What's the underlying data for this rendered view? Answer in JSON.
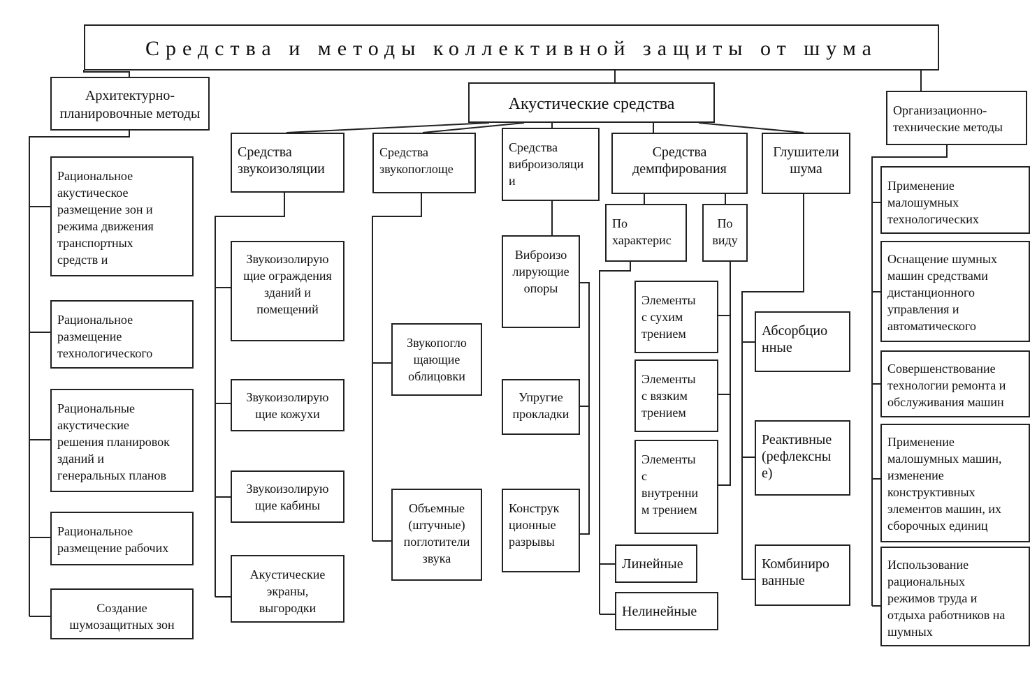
{
  "title": "Средства и методы коллективной защиты от шума",
  "architectural": {
    "header": "Архитектурно-\nпланировочные методы",
    "items": [
      "Рациональное\nакустическое\nразмещение зон и\nрежима движения\nтранспортных\nсредств и",
      "Рациональное\nразмещение\nтехнологического",
      "Рациональные\nакустические\nрешения планировок\nзданий и\nгенеральных планов",
      "Рациональное\nразмещение рабочих",
      "Создание\nшумозащитных зон"
    ]
  },
  "acoustic": {
    "header": "Акустические средства",
    "soundproofing": {
      "header": "Средства\nзвукоизоляции",
      "items": [
        "Звукоизолирую\nщие ограждения\nзданий и\nпомещений",
        "Звукоизолирую\nщие кожухи",
        "Звукоизолирую\nщие кабины",
        "Акустические\nэкраны,\nвыгородки"
      ]
    },
    "absorption": {
      "header": "Средства\nзвукопоглоще",
      "items": [
        "Звукопогло\nщающие\nоблицовки",
        "Объемные\n(штучные)\nпоглотители\nзвука"
      ]
    },
    "vibration": {
      "header": "Средства\nвиброизоляци\nи",
      "items": [
        "Виброизо\nлирующие\nопоры",
        "Упругие\nпрокладки",
        "Конструк\nционные\nразрывы"
      ]
    },
    "damping": {
      "header": "Средства\nдемпфирования",
      "by_character": "По\nхарактерис",
      "by_type": "По\nвиду",
      "type_items": [
        "Элементы\nс сухим\nтрением",
        "Элементы\nс вязким\nтрением",
        "Элементы\nс\nвнутренни\nм трением"
      ],
      "character_items": [
        "Линейные",
        "Нелинейные"
      ]
    },
    "silencers": {
      "header": "Глушители\nшума",
      "items": [
        "Абсорбцио\nнные",
        "Реактивные\n(рефлексны\nе)",
        "Комбиниро\nванные"
      ]
    }
  },
  "organizational": {
    "header": "Организационно-\nтехнические методы",
    "items": [
      "Применение\nмалошумных\nтехнологических",
      "Оснащение шумных\nмашин средствами\nдистанционного\nуправления и\nавтоматического",
      "Совершенствование\nтехнологии ремонта и\nобслуживания машин",
      "Применение\nмалошумных машин,\nизменение\nконструктивных\nэлементов машин, их\nсборочных единиц",
      "Использование\nрациональных\nрежимов труда и\nотдыха работников на\nшумных"
    ]
  }
}
